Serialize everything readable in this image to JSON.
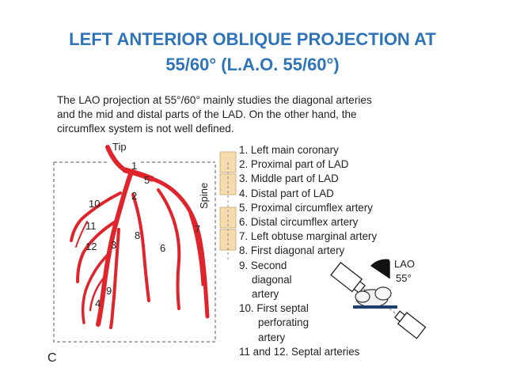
{
  "slide": {
    "title_line1": "LEFT ANTERIOR OBLIQUE PROJECTION AT",
    "title_line2": "55/60° (L.A.O. 55/60°)"
  },
  "intro": {
    "line1": "The LAO projection at 55°/60° mainly studies the diagonal arteries",
    "line2": "and the mid and distal parts of the LAD. On the other hand, the",
    "line3": "circumflex system is not well defined."
  },
  "diagram": {
    "tip_label": "Tip",
    "spine_label": "Spine",
    "panel_letter": "C",
    "lao_label": "LAO",
    "angle_label": "55°",
    "artery_color": "#e0242b",
    "spine_color": "#f5dcae",
    "numbers": {
      "n1": "1",
      "n2": "2",
      "n3": "3",
      "n4": "4",
      "n5": "5",
      "n6": "6",
      "n7": "7",
      "n8": "8",
      "n9": "9",
      "n10": "10",
      "n11": "11",
      "n12": "12"
    }
  },
  "legend": {
    "items": [
      "1. Left main coronary",
      "2. Proximal part of LAD",
      "3. Middle part of LAD",
      "4. Distal part of LAD",
      "5. Proximal circumflex artery",
      "6. Distal circumflex artery",
      "7. Left obtuse marginal artery",
      "8. First diagonal artery",
      "9. Second",
      "diagonal",
      "artery",
      "10. First septal",
      "perforating",
      "artery",
      "11 and 12. Septal arteries"
    ]
  }
}
